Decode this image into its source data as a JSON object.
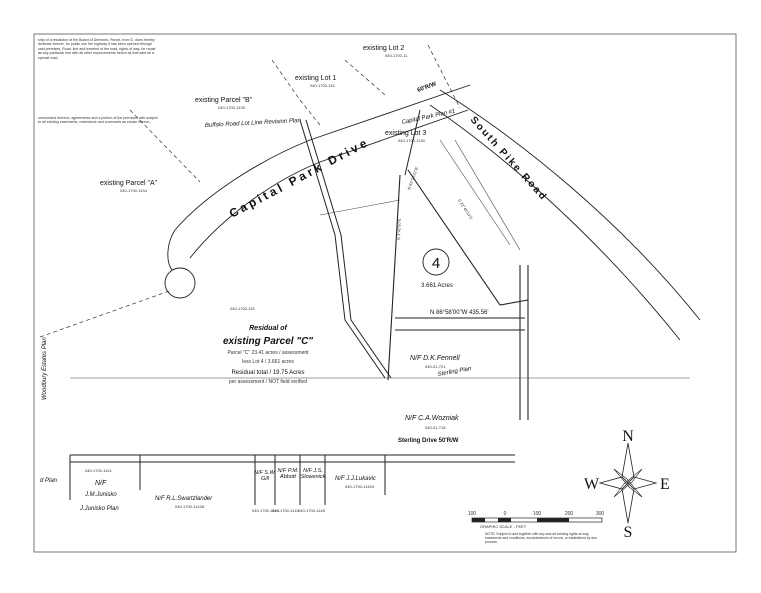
{
  "sheet": {
    "top_note": "ship of a resolution of the Board of Directors, Parcel, from D, does hereby dedicate forever, for public use the highway it has been opened through said premises, Road, line and traveled of the road, rights of way, for repair as any particular line with all other improvements herein as that said be a special road.",
    "side_note": "unrecorded thereon, agreements and a portion of the premises with subject to all existing easements, restrictions and covenants as shown hereon."
  },
  "labels": {
    "existing_lot_2": "existing Lot 2",
    "existing_lot_1": "existing Lot 1",
    "existing_lot_3": "existing Lot 3",
    "existing_parcel_b": "existing Parcel \"B\"",
    "existing_parcel_a": "existing Parcel \"A\"",
    "buffalo_plan": "Buffalo Road Lot Line Revision Plan",
    "capital_park_drive": "Capital Park Drive",
    "capital_park_plan": "Capital Park Plan #1",
    "row_60": "60'R/W",
    "south_pike_road": "South Pike Road",
    "bearing_1": "N 86°58'00\"W 435.56'",
    "bearing_2": "N 3°42'00\"E",
    "bearing_3": "S 22°49'13\"E",
    "bearing_4": "N 83°28'21\"E",
    "lot_number": "4",
    "lot_acres": "3.661 Acres",
    "residual_title_1": "Residual of",
    "residual_title_2": "existing Parcel \"C\"",
    "residual_line_1": "Parcel \"C\" 23.41 acres / assessment",
    "residual_line_2": "less Lot 4 / 3.661 acres",
    "residual_line_3": "Residual total / 19.75 Acres",
    "residual_line_4": "per assessment / NOT field verified",
    "nf_fennell": "N/F D.K.Fennell",
    "sterling_plan": "Sterling Plan",
    "nf_wozniak": "N/F C.A.Wozniak",
    "sterling_drive": "Sterling Drive 50'R/W",
    "woodbury_plan": "Woodbury Estates Plan",
    "left_plan": "d Plan",
    "nf_junisko": "N/F",
    "junisko_1": "J.M.Junisko",
    "junisko_plan": "J.Junisko Plan",
    "nf_swartz": "N/F R.L.Swartzlander",
    "nf_gill": "N/F S.W. Gill",
    "nf_abbott": "N/F P.M. Abbott",
    "nf_slowenick": "N/F J.S. Slowenick",
    "nf_lukavic": "N/F J.J.Lukavic",
    "id_parcel_b": "040-1700-1135",
    "id_lot2": "040-1700-11",
    "id_lot1": "040-1700-115",
    "id_lot3": "040-1700-1130",
    "id_parcel_a": "040-1700-1134",
    "id_residual": "040-1700-115",
    "id_fennell": "040-01-721",
    "id_wozniak": "040-01-718",
    "id_junisko": "040-1700-1141",
    "id_swartz": "040-1700-11428",
    "id_gill": "040-1700-1143",
    "id_abbott": "040-1700-1144",
    "id_slowenick": "040-1700-1145",
    "id_lukavic": "040-1700-11404"
  },
  "compass": {
    "n": "N",
    "s": "S",
    "e": "E",
    "w": "W"
  },
  "scale": {
    "ticks": [
      "100",
      "0",
      "100",
      "200",
      "300"
    ],
    "caption": "GRAPHIC SCALE - FEET",
    "note": "NOTE: Subject to and together with any and all existing rights-of-way, easements and conditions, encumbrances of record, or established by due process."
  }
}
